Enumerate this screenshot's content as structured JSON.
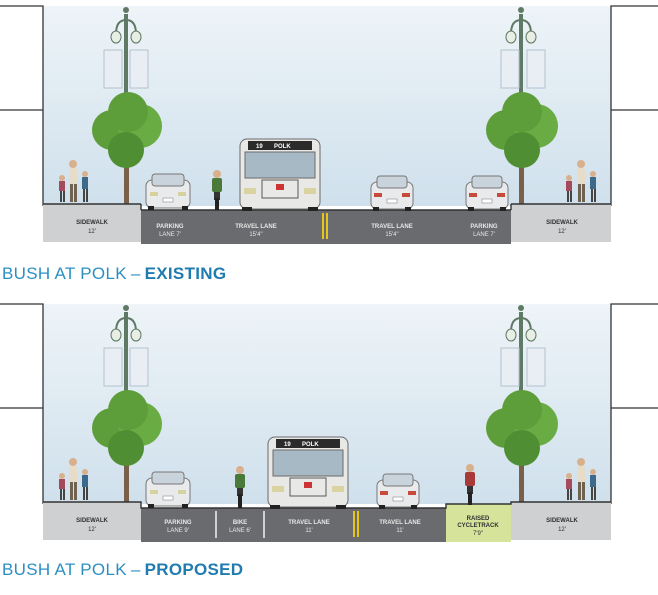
{
  "colors": {
    "sky": "#dde9f1",
    "title_blue": "#2b8fc4",
    "road": "#6a6b6e",
    "sidewalk": "#cfd0d2",
    "raised_cycletrack": "#d6e39a",
    "tree": "#5d9e3a"
  },
  "existing": {
    "title": {
      "street": "BUSH AT POLK",
      "separator": "–",
      "state": "EXISTING"
    },
    "bus_sign": {
      "route": "19",
      "name": "POLK"
    },
    "segments": [
      {
        "name": "SIDEWALK",
        "width": "12'"
      },
      {
        "name": "PARKING",
        "width": "LANE 7'"
      },
      {
        "name": "TRAVEL LANE",
        "width": "15'4\""
      },
      {
        "name": "TRAVEL LANE",
        "width": "15'4\""
      },
      {
        "name": "PARKING",
        "width": "LANE 7'"
      },
      {
        "name": "SIDEWALK",
        "width": "12'"
      }
    ]
  },
  "proposed": {
    "title": {
      "street": "BUSH AT POLK",
      "separator": "–",
      "state": "PROPOSED"
    },
    "bus_sign": {
      "route": "19",
      "name": "POLK"
    },
    "segments": [
      {
        "name": "SIDEWALK",
        "width": "12'"
      },
      {
        "name": "PARKING",
        "width": "LANE 9'"
      },
      {
        "name": "BIKE",
        "width": "LANE 6'"
      },
      {
        "name": "TRAVEL LANE",
        "width": "11'"
      },
      {
        "name": "TRAVEL LANE",
        "width": "11'"
      },
      {
        "name": "RAISED",
        "name2": "CYCLETRACK",
        "width": "7'9\""
      },
      {
        "name": "SIDEWALK",
        "width": "12'"
      }
    ]
  }
}
